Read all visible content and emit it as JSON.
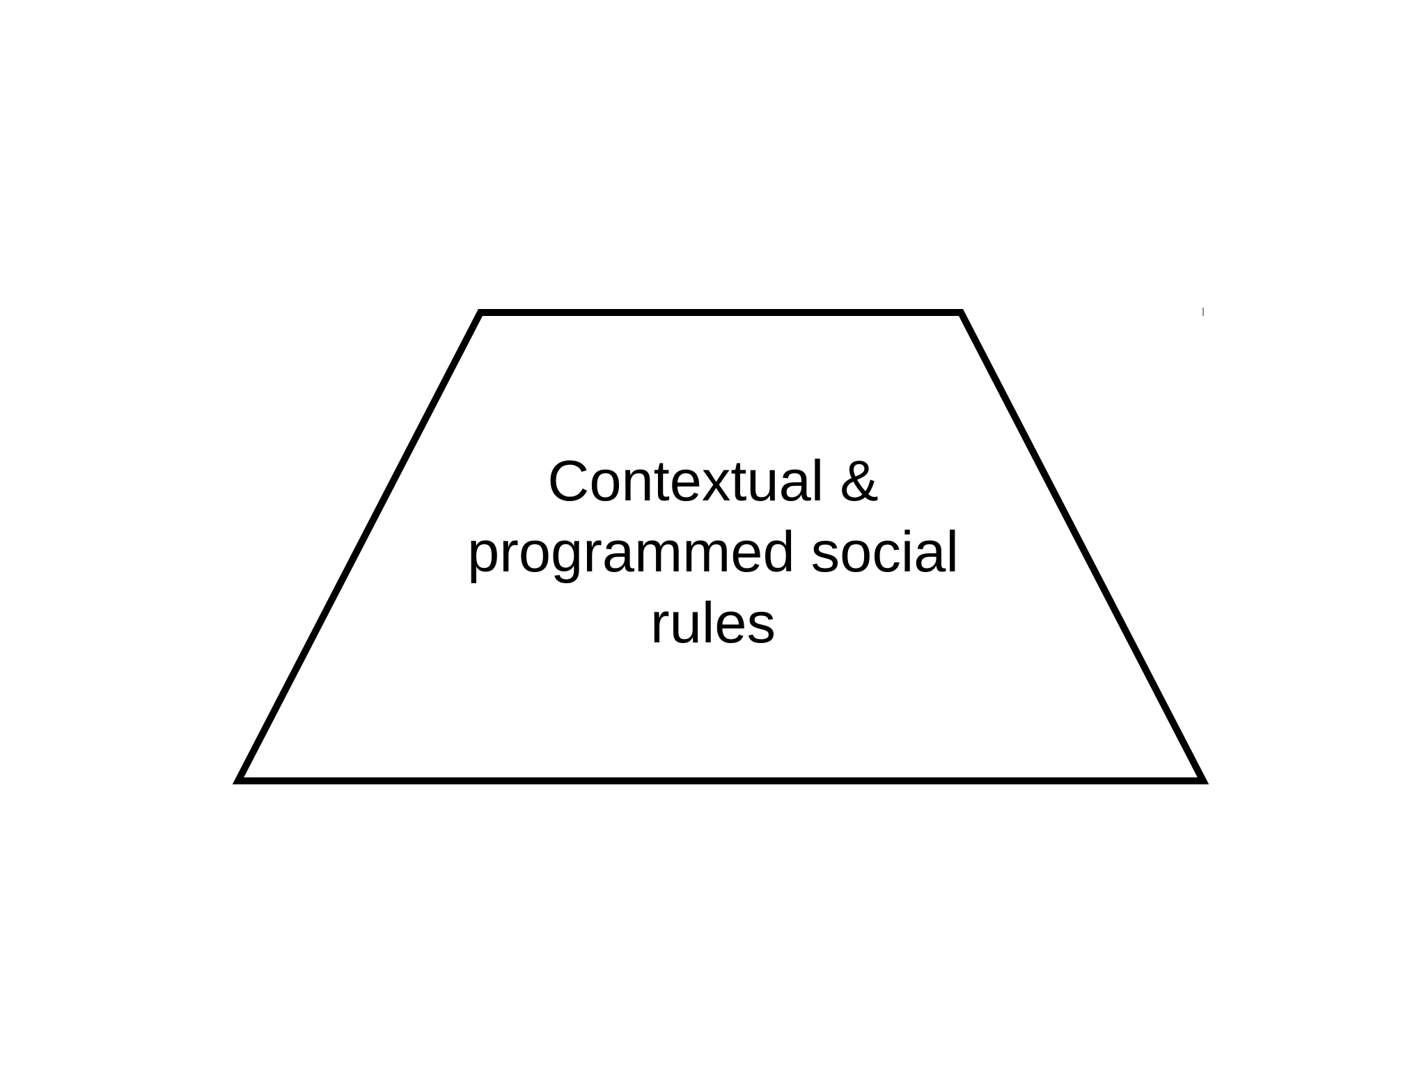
{
  "diagram": {
    "shape": "trapezoid",
    "label_lines": [
      "Contextual &",
      "programmed social",
      "rules"
    ]
  },
  "colors": {
    "stroke": "#000000",
    "fill": "#ffffff",
    "background": "#ffffff",
    "text": "#000000"
  }
}
